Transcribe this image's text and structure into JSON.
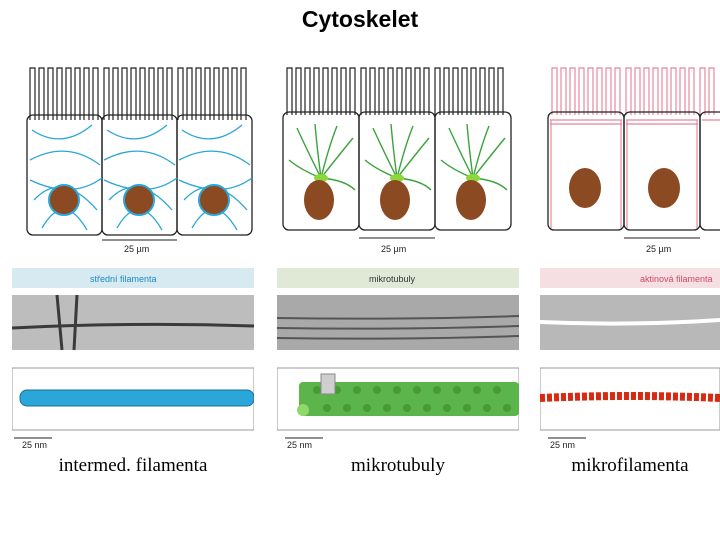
{
  "title": "Cytoskelet",
  "panels": [
    {
      "band_label": "střední filamenta",
      "cell_scale": "25 µm",
      "nm_scale": "25 nm",
      "caption": "intermed. filamenta",
      "colors": {
        "filament": "#2aa6d8",
        "band": "#d7eaf2",
        "band_text": "#1a8ac0"
      }
    },
    {
      "band_label": "mikrotubuly",
      "cell_scale": "25 µm",
      "nm_scale": "25 nm",
      "caption": "mikrotubuly",
      "colors": {
        "filament": "#3aa33a",
        "band": "#dfe9d6",
        "band_text": "#333333"
      }
    },
    {
      "band_label": "aktinová filamenta",
      "cell_scale": "25 µm",
      "nm_scale": "25 nm",
      "caption": "mikrofilamenta",
      "colors": {
        "filament": "#e8889c",
        "band": "#f6dfe3",
        "band_text": "#d24a6a"
      }
    }
  ],
  "colors": {
    "nucleus": "#8b4a22",
    "outline": "#222222",
    "actin_bead": "#d82a12",
    "mt_bead": "#5cb54a"
  }
}
